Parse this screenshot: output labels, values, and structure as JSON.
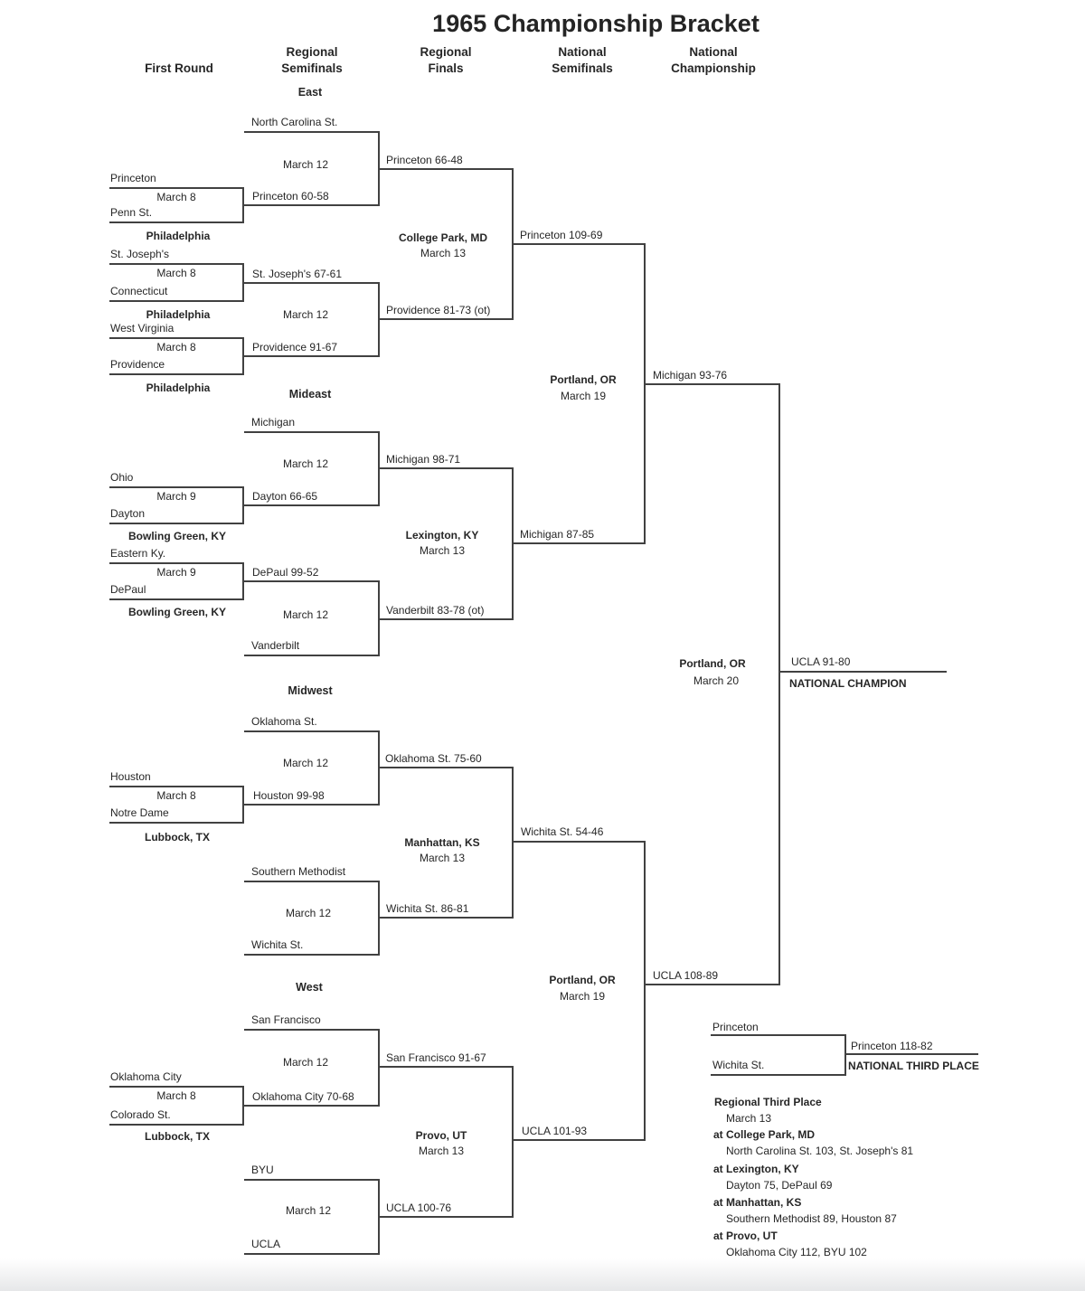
{
  "title": "1965 Championship Bracket",
  "round_headers": {
    "col1": "First Round",
    "col2a": "Regional",
    "col2b": "Semifinals",
    "col3a": "Regional",
    "col3b": "Finals",
    "col4a": "National",
    "col4b": "Semifinals",
    "col5a": "National",
    "col5b": "Championship"
  },
  "regions": {
    "east": {
      "name": "East",
      "bye_top": "North Carolina St.",
      "game1": {
        "team1": "Princeton",
        "team2": "Penn St.",
        "date": "March 8",
        "site": "Philadelphia",
        "winner": "Princeton 60-58"
      },
      "semi1": {
        "date": "March 12",
        "winner": "Princeton 66-48"
      },
      "game2": {
        "team1": "St. Joseph's",
        "team2": "Connecticut",
        "date": "March 8",
        "site": "Philadelphia",
        "winner": "St. Joseph's 67-61"
      },
      "game3": {
        "team1": "West Virginia",
        "team2": "Providence",
        "date": "March 8",
        "site": "Philadelphia",
        "winner": "Providence 91-67"
      },
      "semi2": {
        "date": "March 12",
        "winner": "Providence 81-73 (ot)"
      },
      "final": {
        "site": "College Park, MD",
        "date": "March 13",
        "winner": "Princeton 109-69"
      }
    },
    "mideast": {
      "name": "Mideast",
      "bye_top": "Michigan",
      "game1": {
        "team1": "Ohio",
        "team2": "Dayton",
        "date": "March 9",
        "site": "Bowling Green, KY",
        "winner": "Dayton 66-65"
      },
      "semi1": {
        "date": "March 12",
        "winner": "Michigan 98-71"
      },
      "game2": {
        "team1": "Eastern Ky.",
        "team2": "DePaul",
        "date": "March 9",
        "site": "Bowling Green, KY",
        "winner": "DePaul 99-52"
      },
      "bye_bottom": "Vanderbilt",
      "semi2": {
        "date": "March 12",
        "winner": "Vanderbilt 83-78 (ot)"
      },
      "final": {
        "site": "Lexington, KY",
        "date": "March 13",
        "winner": "Michigan 87-85"
      }
    },
    "midwest": {
      "name": "Midwest",
      "bye_top": "Oklahoma St.",
      "game1": {
        "team1": "Houston",
        "team2": "Notre Dame",
        "date": "March 8",
        "site": "Lubbock, TX",
        "winner": "Houston 99-98"
      },
      "semi1": {
        "date": "March 12",
        "winner": "Oklahoma St. 75-60"
      },
      "bye_mid1": "Southern Methodist",
      "bye_mid2": "Wichita St.",
      "semi2": {
        "date": "March 12",
        "winner": "Wichita St. 86-81"
      },
      "final": {
        "site": "Manhattan, KS",
        "date": "March 13",
        "winner": "Wichita St. 54-46"
      }
    },
    "west": {
      "name": "West",
      "bye_top": "San Francisco",
      "game1": {
        "team1": "Oklahoma City",
        "team2": "Colorado St.",
        "date": "March 8",
        "site": "Lubbock, TX",
        "winner": "Oklahoma City 70-68"
      },
      "semi1": {
        "date": "March 12",
        "winner": "San Francisco 91-67"
      },
      "bye_mid1": "BYU",
      "bye_mid2": "UCLA",
      "semi2": {
        "date": "March 12",
        "winner": "UCLA 100-76"
      },
      "final": {
        "site": "Provo, UT",
        "date": "March 13",
        "winner": "UCLA 101-93"
      }
    }
  },
  "national": {
    "semifinal_top": {
      "site": "Portland, OR",
      "date": "March 19",
      "winner": "Michigan 93-76"
    },
    "semifinal_bottom": {
      "site": "Portland, OR",
      "date": "March 19",
      "winner": "UCLA 108-89"
    },
    "championship": {
      "site": "Portland, OR",
      "date": "March 20",
      "winner": "UCLA 91-80",
      "label": "NATIONAL CHAMPION"
    }
  },
  "third_place": {
    "team1": "Princeton",
    "team2": "Wichita St.",
    "winner": "Princeton 118-82",
    "label": "NATIONAL THIRD PLACE"
  },
  "regional_third_place": {
    "title": "Regional Third Place",
    "date": "March 13",
    "games": [
      {
        "site": "at College Park, MD",
        "result": "North Carolina St. 103, St. Joseph's 81"
      },
      {
        "site": "at Lexington, KY",
        "result": "Dayton 75, DePaul 69"
      },
      {
        "site": "at Manhattan, KS",
        "result": "Southern Methodist 89, Houston 87"
      },
      {
        "site": "at Provo, UT",
        "result": "Oklahoma City 112, BYU 102"
      }
    ]
  },
  "colors": {
    "text": "#262626",
    "line": "#414141",
    "background": "#ffffff"
  }
}
